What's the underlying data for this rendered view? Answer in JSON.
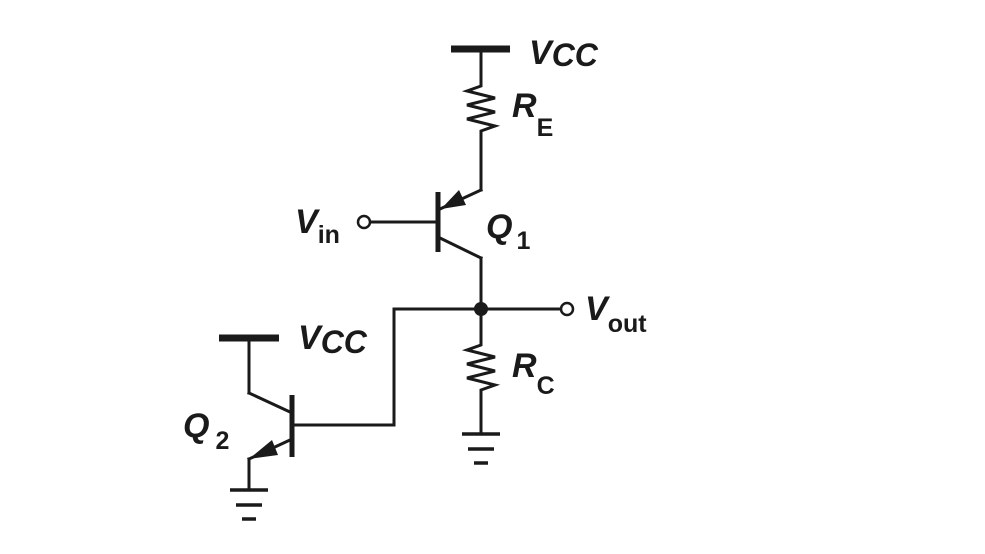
{
  "labels": {
    "vcc_top": {
      "main": "V",
      "sub": "CC"
    },
    "vcc_left": {
      "main": "V",
      "sub": "CC"
    },
    "re": {
      "main": "R",
      "sub": "E"
    },
    "rc": {
      "main": "R",
      "sub": "C"
    },
    "vin": {
      "main": "V",
      "sub": "in"
    },
    "vout": {
      "main": "V",
      "sub": "out"
    },
    "q1": {
      "main": "Q",
      "sub": "1"
    },
    "q2": {
      "main": "Q",
      "sub": "2"
    }
  }
}
